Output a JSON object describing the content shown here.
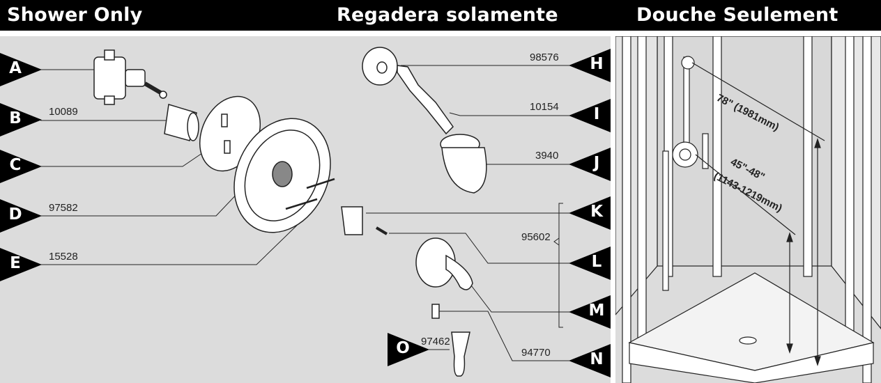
{
  "headers": {
    "english": "Shower Only",
    "spanish": "Regadera solamente",
    "french": "Douche Seulement"
  },
  "parts": [
    {
      "letter": "A",
      "part_number": ""
    },
    {
      "letter": "B",
      "part_number": "10089"
    },
    {
      "letter": "C",
      "part_number": ""
    },
    {
      "letter": "D",
      "part_number": "97582"
    },
    {
      "letter": "E",
      "part_number": "15528"
    },
    {
      "letter": "H",
      "part_number": "98576"
    },
    {
      "letter": "I",
      "part_number": "10154"
    },
    {
      "letter": "J",
      "part_number": "3940"
    },
    {
      "letter": "K",
      "part_number": ""
    },
    {
      "letter": "L",
      "part_number": ""
    },
    {
      "letter": "M",
      "part_number": ""
    },
    {
      "letter": "N",
      "part_number": "94770"
    },
    {
      "letter": "O",
      "part_number": "97462"
    }
  ],
  "group_part_number": "95602",
  "dimensions": {
    "showerhead_height": "78\" (1981mm)",
    "valve_height_line1": "45\"-48\"",
    "valve_height_line2": "(1143-1219mm)"
  }
}
